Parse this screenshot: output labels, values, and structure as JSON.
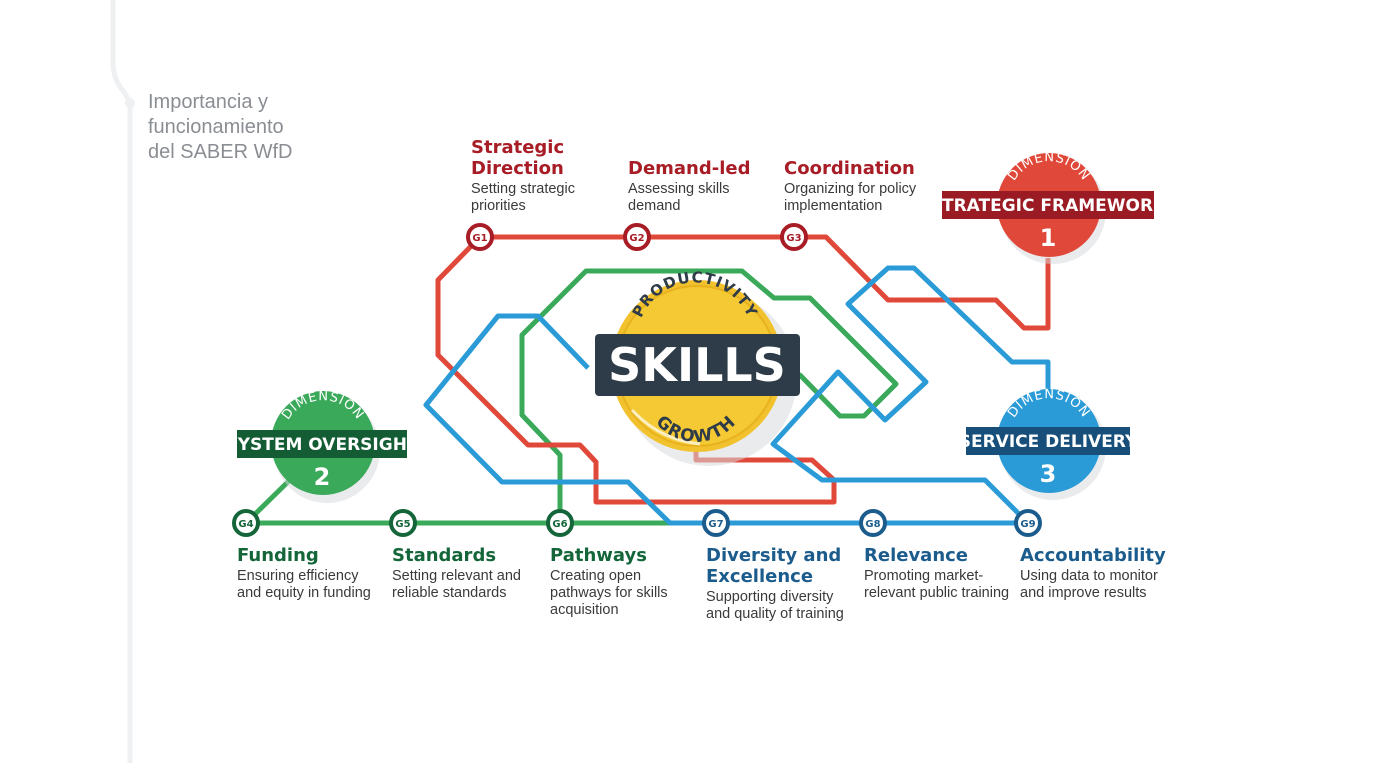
{
  "sidebar": {
    "title_lines": [
      "Importancia y",
      "funcionamiento",
      "del SABER WfD"
    ]
  },
  "center": {
    "arc_top": "PRODUCTIVITY",
    "label": "SKILLS",
    "arc_bottom": "GROWTH"
  },
  "dimensions": [
    {
      "word": "DIMENSION",
      "label": "STRATEGIC FRAMEWORK",
      "number": "1",
      "color": "#e0483a",
      "banner": "#9b1b24"
    },
    {
      "word": "DIMENSION",
      "label": "SYSTEM OVERSIGHT",
      "number": "2",
      "color": "#3aa95a",
      "banner": "#145c33"
    },
    {
      "word": "DIMENSION",
      "label": "SERVICE DELIVERY",
      "number": "3",
      "color": "#2b9bd8",
      "banner": "#174f7a"
    }
  ],
  "goals": [
    {
      "code": "G1",
      "title": "Strategic Direction",
      "title_lines": [
        "Strategic",
        "Direction"
      ],
      "desc_lines": [
        "Setting strategic",
        "priorities"
      ]
    },
    {
      "code": "G2",
      "title": "Demand-led",
      "title_lines": [
        "Demand-led"
      ],
      "desc_lines": [
        "Assessing skills",
        "demand"
      ]
    },
    {
      "code": "G3",
      "title": "Coordination",
      "title_lines": [
        "Coordination"
      ],
      "desc_lines": [
        "Organizing for policy",
        "implementation"
      ]
    },
    {
      "code": "G4",
      "title": "Funding",
      "title_lines": [
        "Funding"
      ],
      "desc_lines": [
        "Ensuring efficiency",
        "and equity in funding"
      ]
    },
    {
      "code": "G5",
      "title": "Standards",
      "title_lines": [
        "Standards"
      ],
      "desc_lines": [
        "Setting relevant and",
        "reliable standards"
      ]
    },
    {
      "code": "G6",
      "title": "Pathways",
      "title_lines": [
        "Pathways"
      ],
      "desc_lines": [
        "Creating open",
        "pathways for skills",
        "acquisition"
      ]
    },
    {
      "code": "G7",
      "title": "Diversity and Excellence",
      "title_lines": [
        "Diversity and",
        "Excellence"
      ],
      "desc_lines": [
        "Supporting diversity",
        "and quality of training"
      ]
    },
    {
      "code": "G8",
      "title": "Relevance",
      "title_lines": [
        "Relevance"
      ],
      "desc_lines": [
        "Promoting market-",
        "relevant public training"
      ]
    },
    {
      "code": "G9",
      "title": "Accountability",
      "title_lines": [
        "Accountability"
      ],
      "desc_lines": [
        "Using data to monitor",
        "and improve results"
      ]
    }
  ],
  "colors": {
    "red": "#e0483a",
    "green": "#3aa95a",
    "blue": "#2b9bd8",
    "coin": "#f2c12e",
    "dark_banner": "#2e3b48"
  }
}
